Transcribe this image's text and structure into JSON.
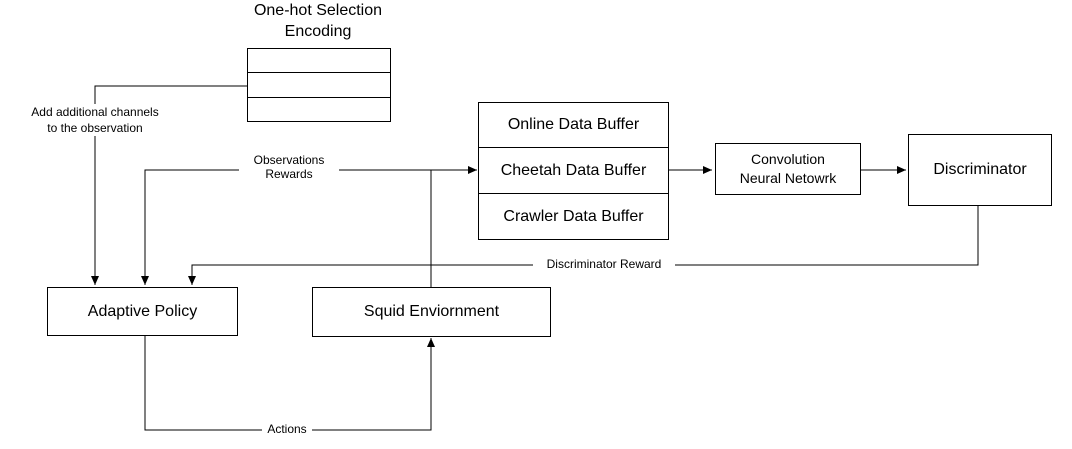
{
  "one_hot": {
    "title": "One-hot Selection\nEncoding",
    "rows": 3
  },
  "labels": {
    "add_channels": "Add additional channels\nto the observation",
    "obs_rewards": "Observations\nRewards",
    "discriminator_reward": "Discriminator Reward",
    "actions": "Actions"
  },
  "buffers": [
    "Online Data Buffer",
    "Cheetah Data Buffer",
    "Crawler Data Buffer"
  ],
  "nodes": {
    "cnn": "Convolution\nNeural Netowrk",
    "discriminator": "Discriminator",
    "adaptive_policy": "Adaptive Policy",
    "squid_env": "Squid Enviornment"
  }
}
